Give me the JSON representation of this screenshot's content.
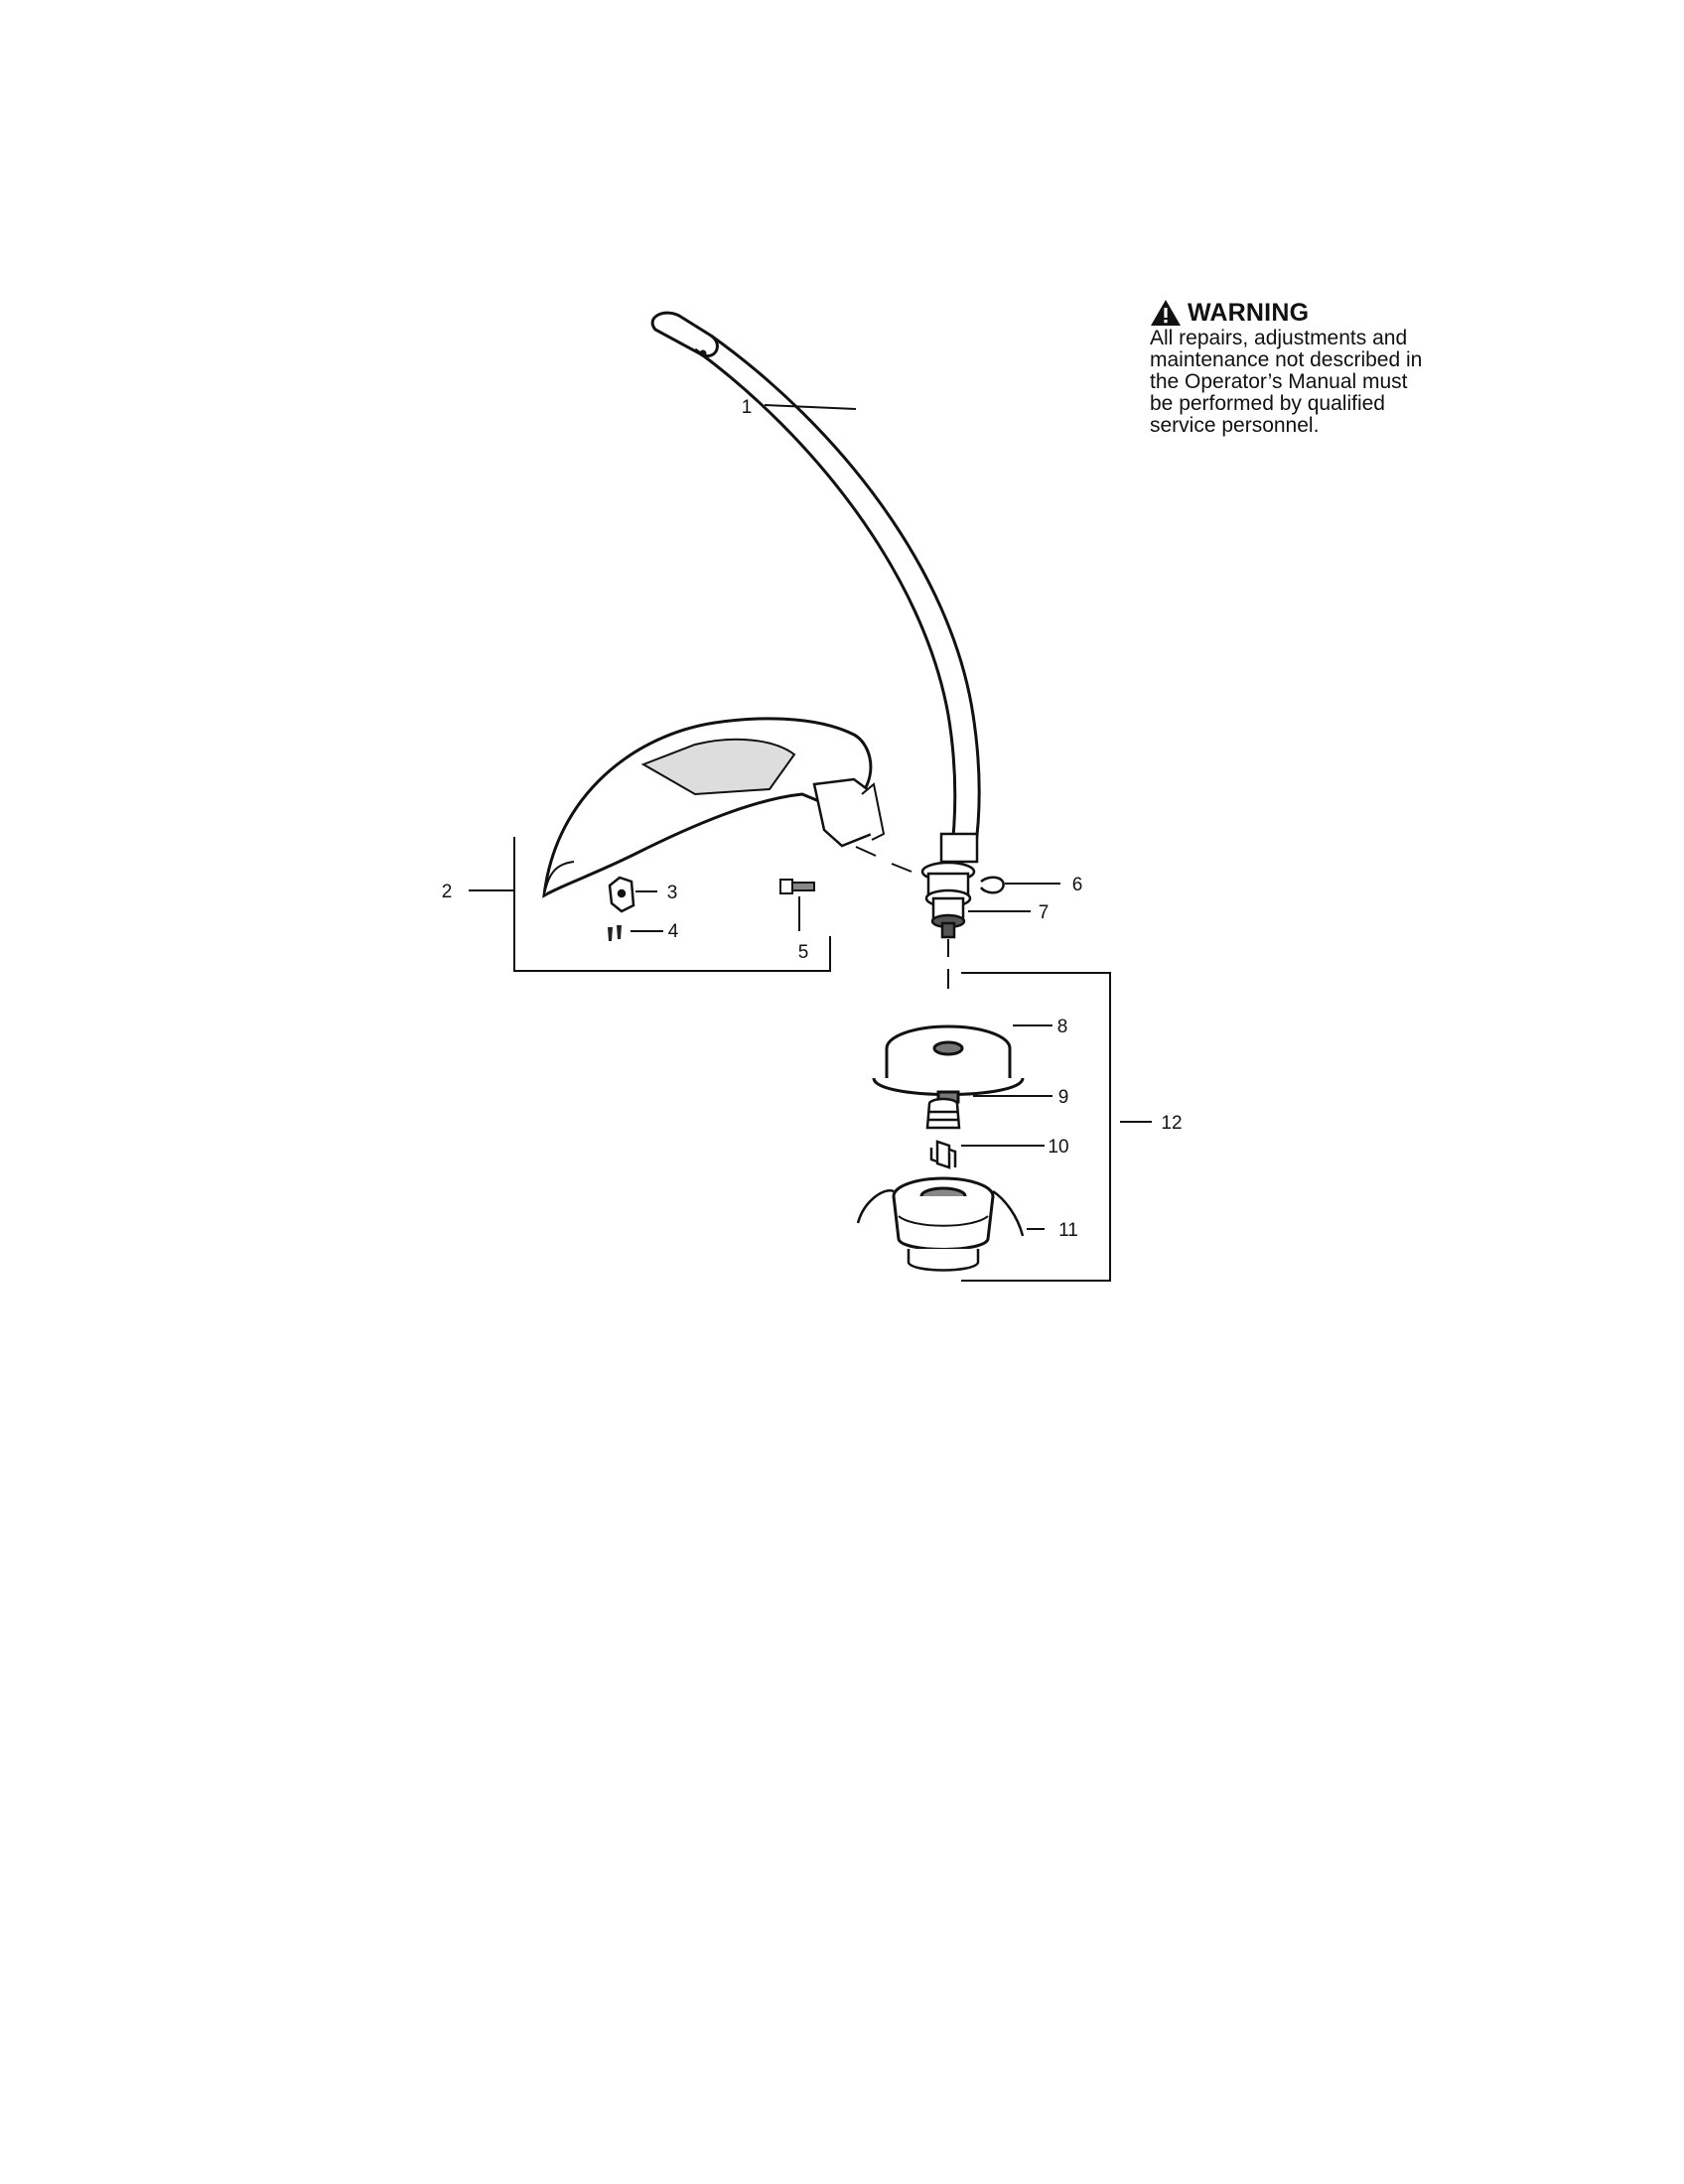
{
  "warning": {
    "icon": "warning-triangle-icon",
    "title": "WARNING",
    "lines": [
      "All repairs, adjustments and",
      "maintenance not described in",
      "the Operator’s Manual must",
      "be performed by qualified",
      "service personnel."
    ]
  },
  "diagram": {
    "parts": [
      {
        "num": "1",
        "part": "drive-shaft-tube"
      },
      {
        "num": "2",
        "part": "guard-assembly"
      },
      {
        "num": "3",
        "part": "bracket"
      },
      {
        "num": "4",
        "part": "screws"
      },
      {
        "num": "5",
        "part": "bolt"
      },
      {
        "num": "6",
        "part": "clamp"
      },
      {
        "num": "7",
        "part": "drive-shaft-adapter"
      },
      {
        "num": "8",
        "part": "spool-housing"
      },
      {
        "num": "9",
        "part": "spring"
      },
      {
        "num": "10",
        "part": "retainer"
      },
      {
        "num": "11",
        "part": "spool-with-line"
      },
      {
        "num": "12",
        "part": "trimmer-head-assembly"
      }
    ]
  }
}
